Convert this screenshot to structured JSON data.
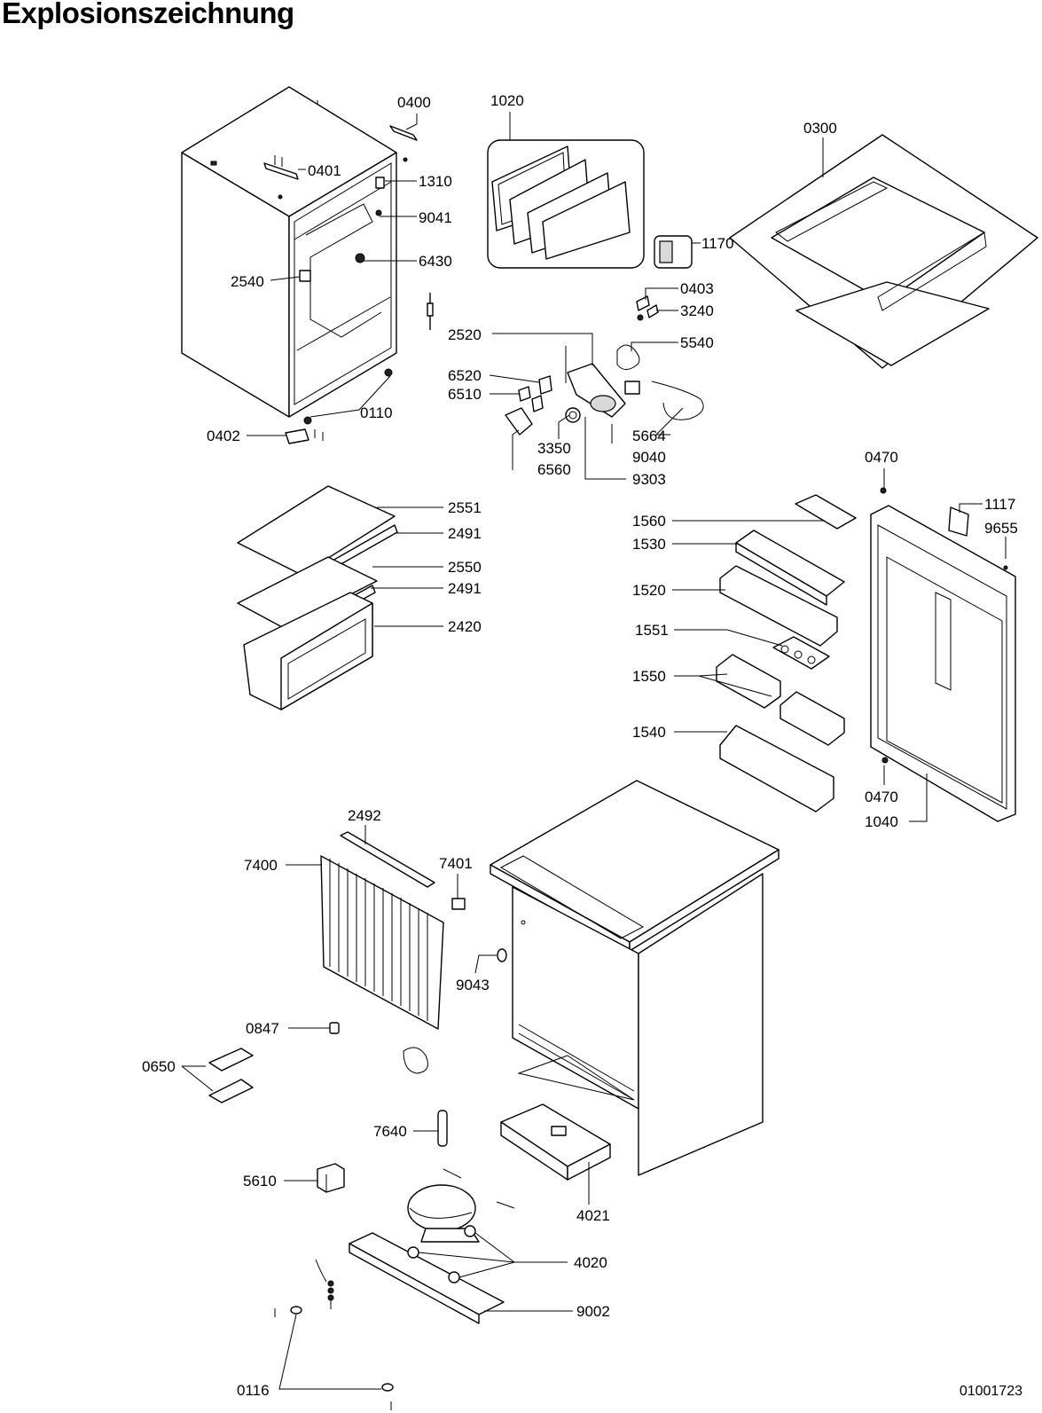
{
  "title": "Explosionszeichnung",
  "document_number": "01001723",
  "callouts": [
    {
      "id": "0400",
      "label": "0400"
    },
    {
      "id": "1020",
      "label": "1020"
    },
    {
      "id": "0300",
      "label": "0300"
    },
    {
      "id": "0401",
      "label": "0401"
    },
    {
      "id": "1310",
      "label": "1310"
    },
    {
      "id": "9041",
      "label": "9041"
    },
    {
      "id": "1170",
      "label": "1170"
    },
    {
      "id": "6430",
      "label": "6430"
    },
    {
      "id": "2540",
      "label": "2540"
    },
    {
      "id": "0403",
      "label": "0403"
    },
    {
      "id": "3240",
      "label": "3240"
    },
    {
      "id": "2520",
      "label": "2520"
    },
    {
      "id": "5540",
      "label": "5540"
    },
    {
      "id": "6520",
      "label": "6520"
    },
    {
      "id": "6510",
      "label": "6510"
    },
    {
      "id": "0110",
      "label": "0110"
    },
    {
      "id": "0402",
      "label": "0402"
    },
    {
      "id": "3350",
      "label": "3350"
    },
    {
      "id": "5664",
      "label": "5664"
    },
    {
      "id": "9040",
      "label": "9040"
    },
    {
      "id": "6560",
      "label": "6560"
    },
    {
      "id": "9303",
      "label": "9303"
    },
    {
      "id": "0470a",
      "label": "0470"
    },
    {
      "id": "2551",
      "label": "2551"
    },
    {
      "id": "1117",
      "label": "1117"
    },
    {
      "id": "1560",
      "label": "1560"
    },
    {
      "id": "9655",
      "label": "9655"
    },
    {
      "id": "2491a",
      "label": "2491"
    },
    {
      "id": "1530",
      "label": "1530"
    },
    {
      "id": "2550",
      "label": "2550"
    },
    {
      "id": "2491b",
      "label": "2491"
    },
    {
      "id": "1520",
      "label": "1520"
    },
    {
      "id": "2420",
      "label": "2420"
    },
    {
      "id": "1551",
      "label": "1551"
    },
    {
      "id": "1550",
      "label": "1550"
    },
    {
      "id": "1540",
      "label": "1540"
    },
    {
      "id": "0470b",
      "label": "0470"
    },
    {
      "id": "2492",
      "label": "2492"
    },
    {
      "id": "1040",
      "label": "1040"
    },
    {
      "id": "7400",
      "label": "7400"
    },
    {
      "id": "7401",
      "label": "7401"
    },
    {
      "id": "9043",
      "label": "9043"
    },
    {
      "id": "0847",
      "label": "0847"
    },
    {
      "id": "0650",
      "label": "0650"
    },
    {
      "id": "7640",
      "label": "7640"
    },
    {
      "id": "5610",
      "label": "5610"
    },
    {
      "id": "4021",
      "label": "4021"
    },
    {
      "id": "4020",
      "label": "4020"
    },
    {
      "id": "9002",
      "label": "9002"
    },
    {
      "id": "0116",
      "label": "0116"
    }
  ]
}
